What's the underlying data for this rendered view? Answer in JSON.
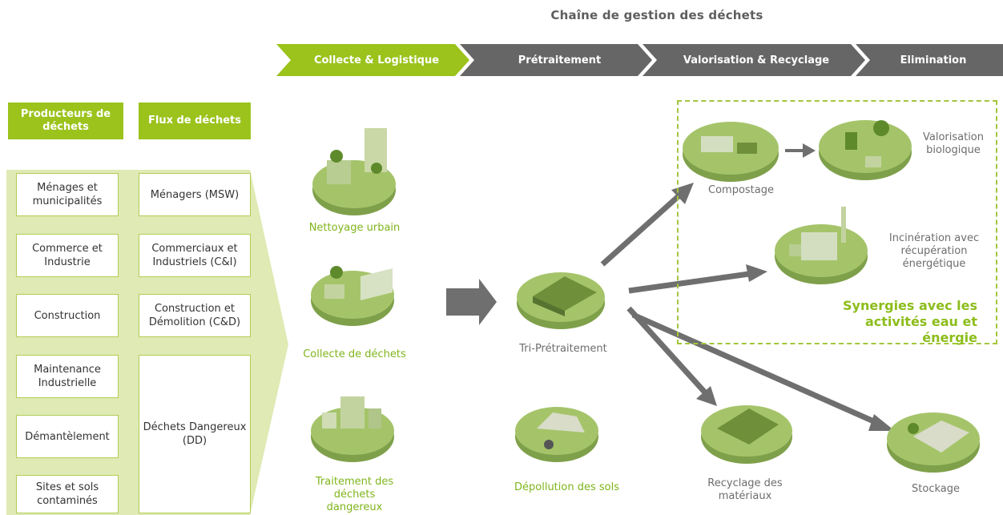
{
  "title": "Chaîne de gestion des déchets",
  "stages": [
    {
      "label": "Collecte & Logistique",
      "active": true
    },
    {
      "label": "Prétraitement",
      "active": false
    },
    {
      "label": "Valorisation & Recyclage",
      "active": false
    },
    {
      "label": "Elimination",
      "active": false
    }
  ],
  "producers": {
    "header": "Producteurs de déchets",
    "items": [
      "Ménages et municipalités",
      "Commerce et Industrie",
      "Construction",
      "Maintenance Industrielle",
      "Démantèlement",
      "Sites et sols contaminés"
    ]
  },
  "flows": {
    "header": "Flux de déchets",
    "items": [
      "Ménagers (MSW)",
      "Commerciaux et Industriels (C&I)",
      "Construction et Démolition (C&D)",
      "Déchets Dangereux (DD)"
    ]
  },
  "activities": {
    "urban": "Nettoyage urbain",
    "collection": "Collecte de déchets",
    "hazardous": "Traitement des déchets dangereux",
    "sorting": "Tri-Prétraitement",
    "soil": "Dépollution des sols",
    "composting": "Compostage",
    "biological": "Valorisation biologique",
    "incineration": "Incinération avec récupération énergétique",
    "recycling": "Recyclage des matériaux",
    "storage": "Stockage"
  },
  "synergy": "Synergies avec les activités eau et énergie",
  "colors": {
    "accent": "#9bc31c",
    "stage_grey": "#666666",
    "arrow_grey": "#6f6f6f",
    "panel": "#dfeab4"
  }
}
